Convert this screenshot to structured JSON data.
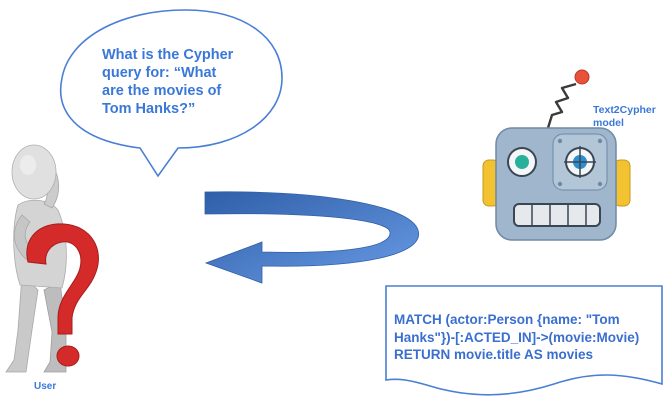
{
  "speech_bubble": {
    "lines": [
      "What is the Cypher",
      "query for: “What",
      "are the movies of",
      "Tom Hanks?”"
    ]
  },
  "robot": {
    "label_lines": [
      "Text2Cypher",
      "model"
    ]
  },
  "user": {
    "label": "User"
  },
  "query_box": {
    "lines": [
      "MATCH (actor:Person {name: \"Tom",
      "Hanks\"})-[:ACTED_IN]->(movie:Movie)",
      "RETURN movie.title AS movies"
    ]
  },
  "colors": {
    "text_blue": "#3a78d8",
    "outline_blue": "#4a7fd4",
    "arrow_dark": "#2f5fa8",
    "arrow_light": "#5b8ee0",
    "question_red": "#d42a2a"
  }
}
